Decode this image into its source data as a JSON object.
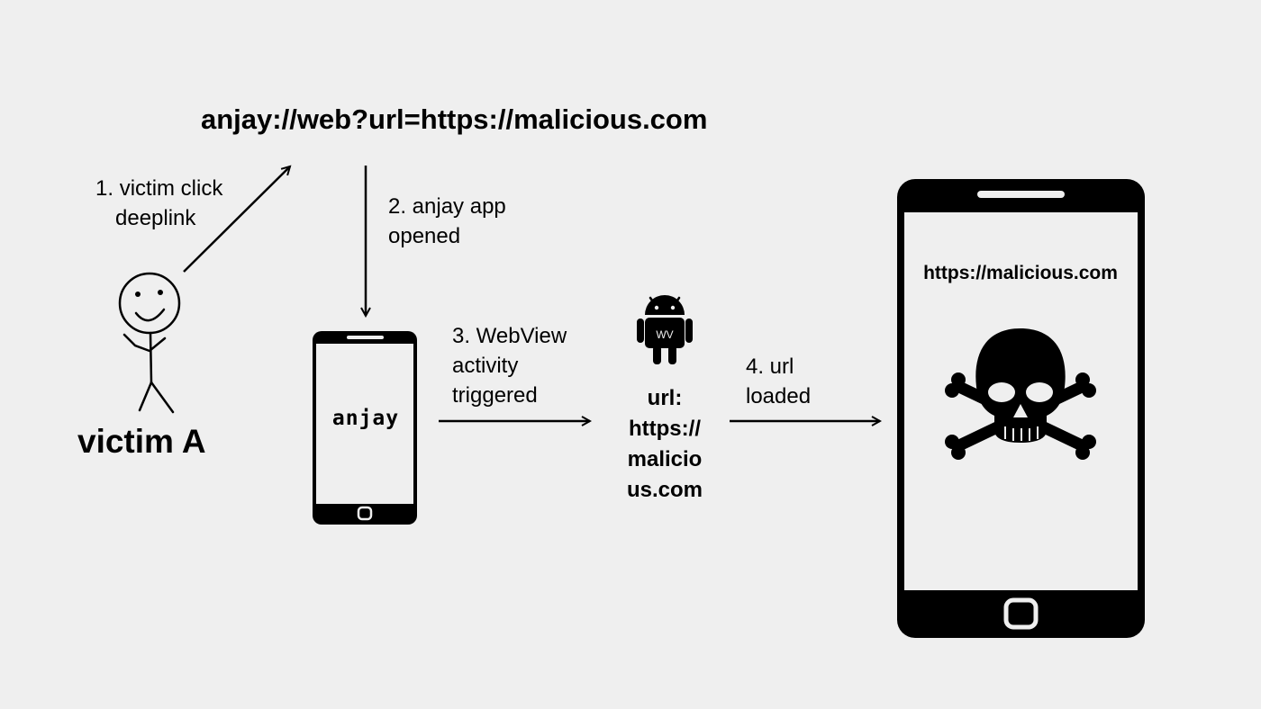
{
  "diagram": {
    "deeplink": "anjay://web?url=https://malicious.com",
    "step1": {
      "number": "1.",
      "line1": "victim click",
      "line2": "deeplink"
    },
    "step2": {
      "line1": "2. anjay app",
      "line2": "opened"
    },
    "step3": {
      "line1": "3. WebView",
      "line2": "activity",
      "line3": "triggered"
    },
    "step4": {
      "line1": "4. url",
      "line2": "loaded"
    },
    "victim_label": "victim A",
    "app_name": "anjay",
    "webview": {
      "badge": "WV",
      "url_lines": [
        "url:",
        "https://",
        "malicio",
        "us.com"
      ]
    },
    "screen_url": "https://malicious.com",
    "icons": [
      "stick-figure-icon",
      "phone-icon",
      "android-icon",
      "skull-crossbones-icon"
    ]
  }
}
